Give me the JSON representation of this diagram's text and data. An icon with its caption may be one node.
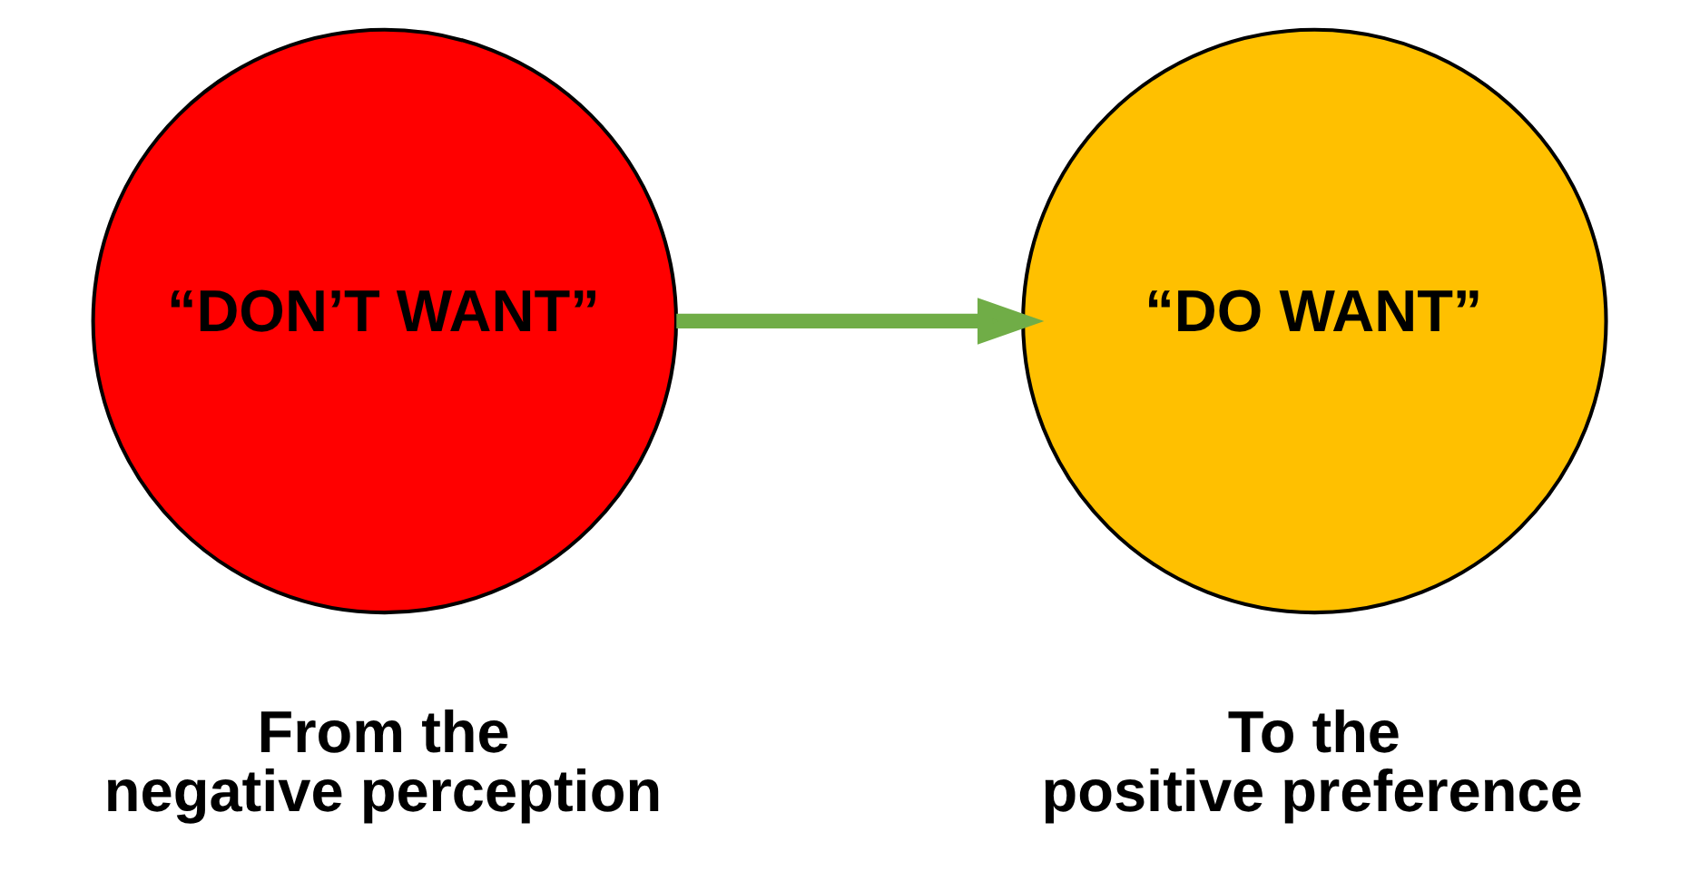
{
  "diagram": {
    "nodes": [
      {
        "text": [
          "“DON’T WANT”"
        ],
        "beside": [
          "From the negative perception"
        ]
      },
      {
        "text": [
          "“DO WANT”"
        ],
        "beside": [
          "To the positive preference"
        ]
      }
    ],
    "edges": [
      {
        "from": 0,
        "to": 1,
        "arrow": "to",
        "color": "#70ad47"
      }
    ]
  }
}
